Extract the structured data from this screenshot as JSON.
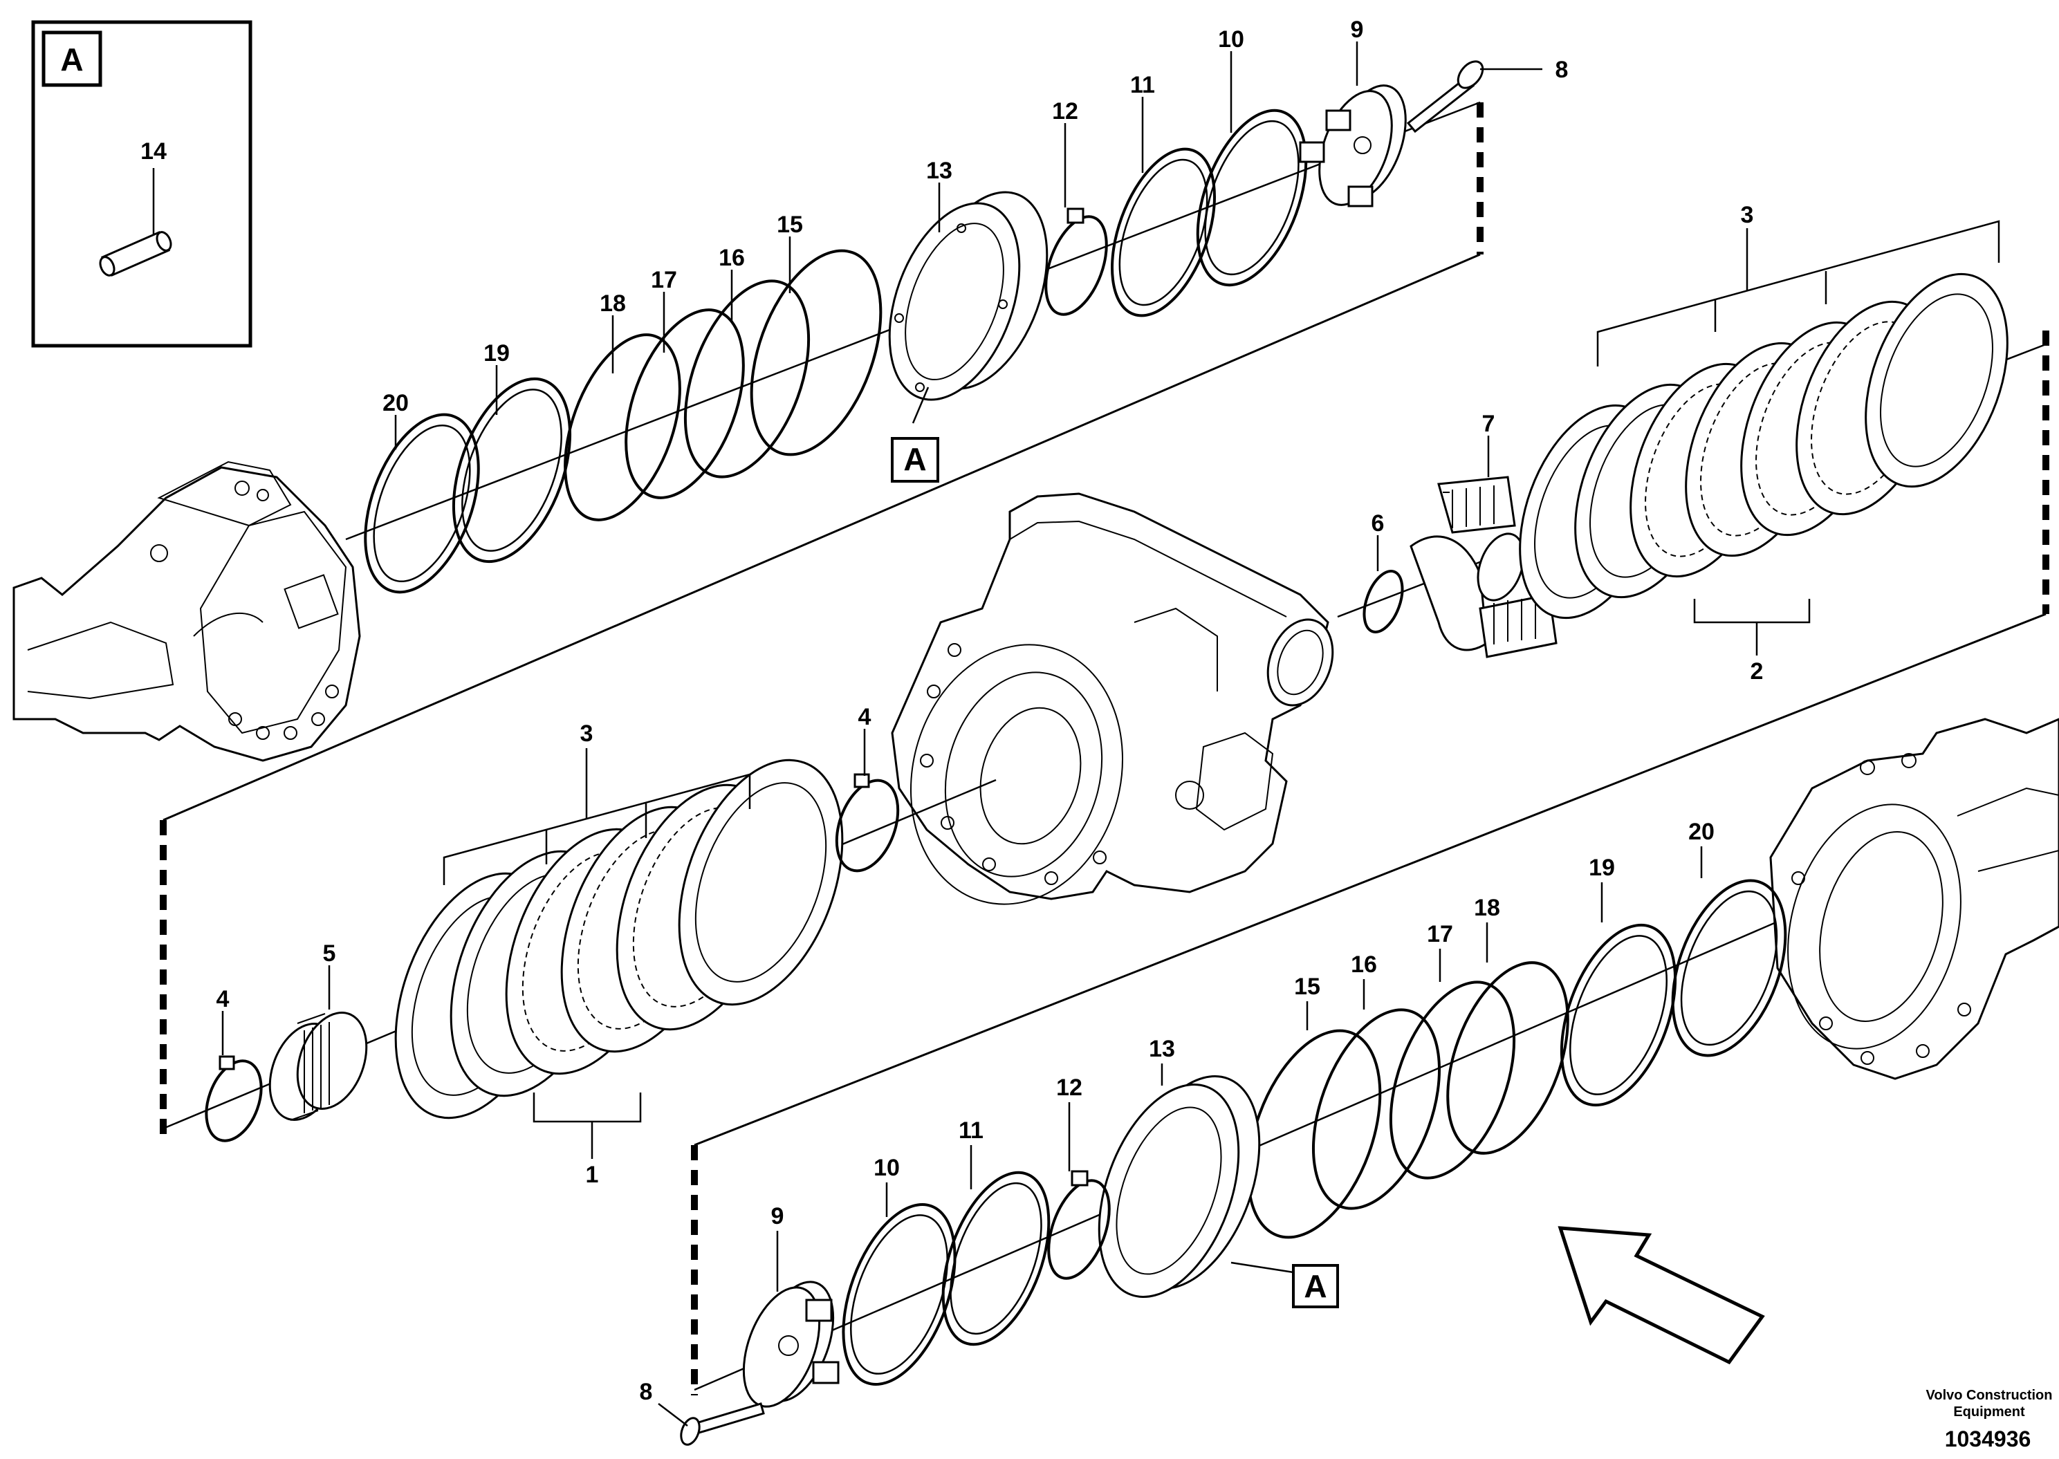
{
  "diagram": {
    "inset": {
      "box_label": "A",
      "part_label": "14"
    },
    "callouts": {
      "top": [
        "20",
        "19",
        "18",
        "17",
        "16",
        "15",
        "13",
        "12",
        "11",
        "10",
        "9",
        "8"
      ],
      "right": [
        "3",
        "2",
        "7",
        "6"
      ],
      "left_middle": [
        "3",
        "4",
        "5",
        "4",
        "1"
      ],
      "bottom": [
        "20",
        "19",
        "18",
        "17",
        "16",
        "15",
        "13",
        "12",
        "11",
        "10",
        "9",
        "8"
      ]
    },
    "detail_refs": [
      "A",
      "A"
    ]
  },
  "footer": {
    "company_line1": "Volvo Construction",
    "company_line2": "Equipment",
    "doc_number": "1034936"
  }
}
